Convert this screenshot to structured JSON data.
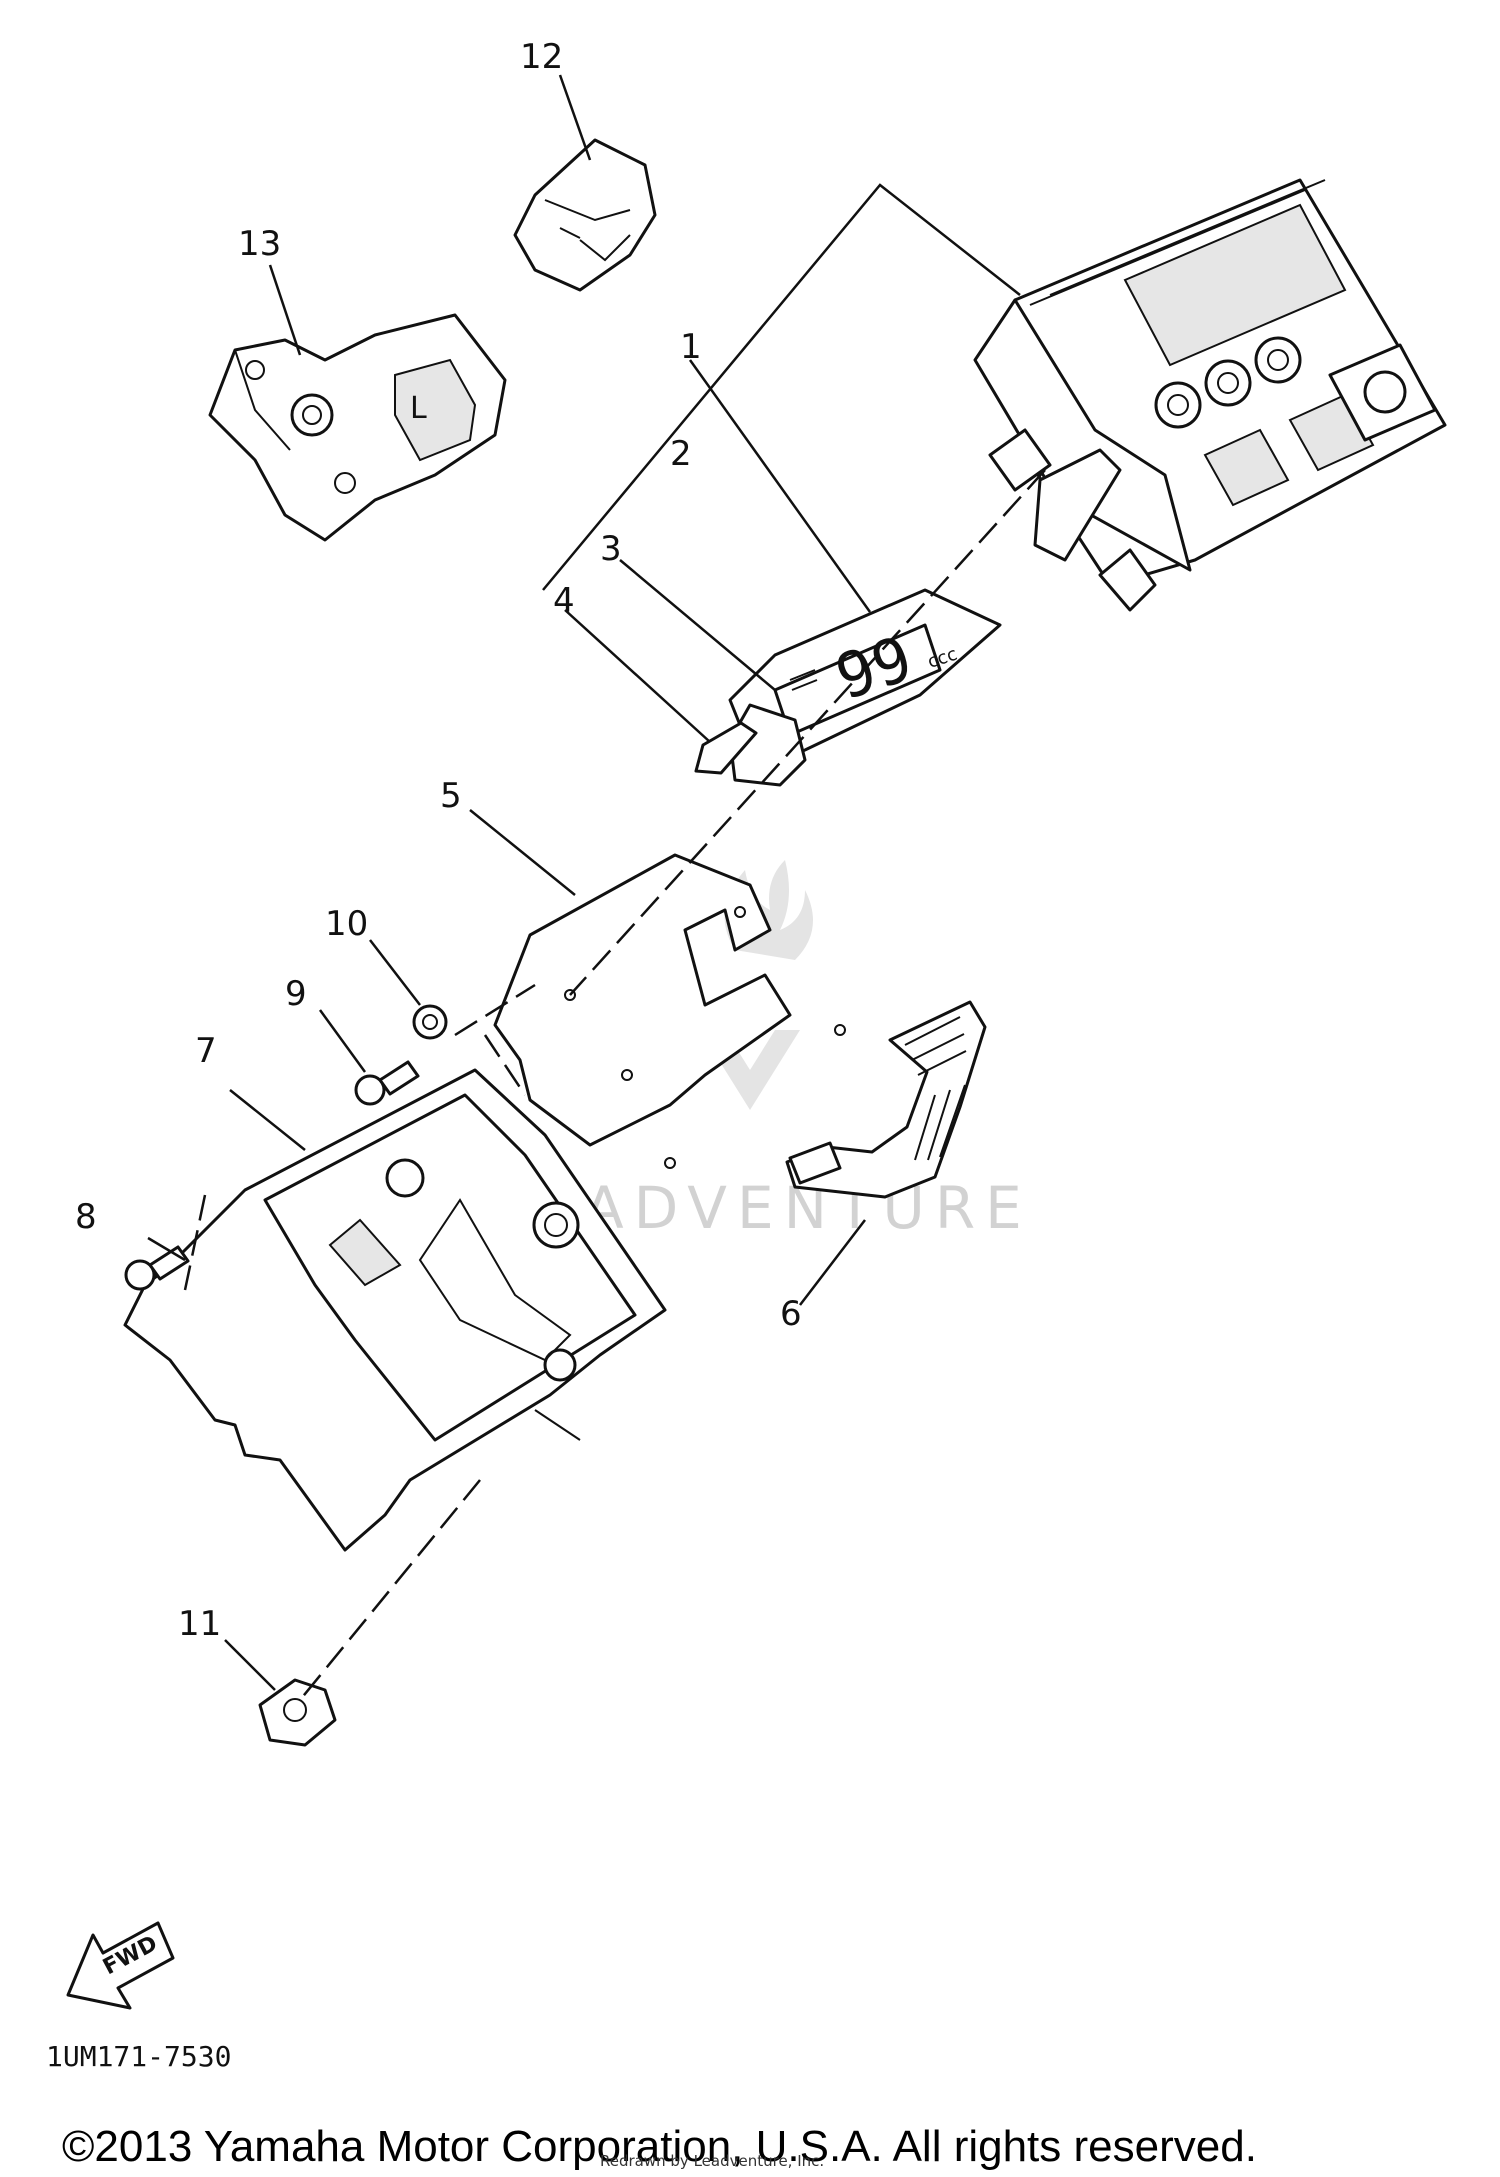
{
  "callouts": [
    {
      "id": "1",
      "label": "1"
    },
    {
      "id": "2",
      "label": "2"
    },
    {
      "id": "3",
      "label": "3"
    },
    {
      "id": "4",
      "label": "4"
    },
    {
      "id": "5",
      "label": "5"
    },
    {
      "id": "6",
      "label": "6"
    },
    {
      "id": "7",
      "label": "7"
    },
    {
      "id": "8",
      "label": "8"
    },
    {
      "id": "9",
      "label": "9"
    },
    {
      "id": "10",
      "label": "10"
    },
    {
      "id": "11",
      "label": "11"
    },
    {
      "id": "12",
      "label": "12"
    },
    {
      "id": "13",
      "label": "13"
    }
  ],
  "display_readout": "99",
  "display_unit": "ccc",
  "switch_face_text": "L",
  "fwd_arrow_label": "FWD",
  "diagram_code": "1UM171-7530",
  "watermark_text": "LEADVENTURE",
  "copyright": "©2013 Yamaha Motor Corporation, U.S.A. All rights reserved.",
  "redrawn_note": "Redrawn by Leadventure, Inc."
}
